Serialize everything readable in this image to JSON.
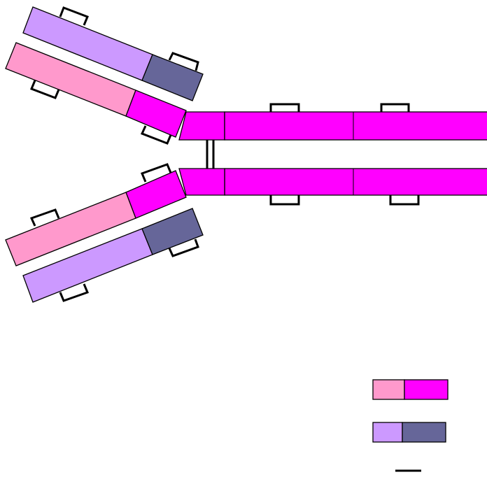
{
  "diagram": {
    "kind": "antibody-structure-schematic",
    "colors": {
      "heavy_variable": "#ff99cc",
      "heavy_constant": "#ff00ff",
      "light_variable": "#cc99ff",
      "light_constant": "#666699",
      "bond": "#000000",
      "background": "#ffffff"
    },
    "legend": [
      {
        "name": "heavy-chain-legend",
        "segments": [
          "heavy_variable",
          "heavy_constant"
        ]
      },
      {
        "name": "light-chain-legend",
        "segments": [
          "light_variable",
          "light_constant"
        ]
      },
      {
        "name": "disulfide-bond-legend",
        "symbol": "line"
      }
    ]
  }
}
